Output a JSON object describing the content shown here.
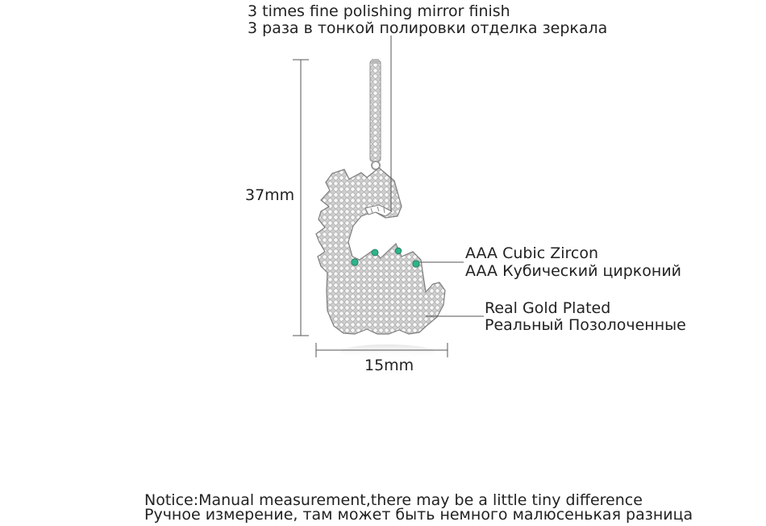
{
  "callouts": {
    "finish": {
      "line1": "3 times fine polishing mirror finish",
      "line2": "3 раза в тонкой полировки отделка зеркала"
    },
    "zircon": {
      "line1": "AAA Cubic Zircon",
      "line2": "AAA Кубический цирконий"
    },
    "plating": {
      "line1": "Real Gold Plated",
      "line2": "Реальный Позолоченные"
    }
  },
  "dimensions": {
    "height": "37mm",
    "width": "15mm"
  },
  "notice": {
    "line1": "Notice:Manual measurement,there may be a little tiny difference",
    "line2": "Ручное измерение, там может быть немного малюсенькая разница"
  },
  "colors": {
    "metal": "#d9d9d9",
    "stone_accent": "#2fb38a",
    "line": "#555555"
  }
}
